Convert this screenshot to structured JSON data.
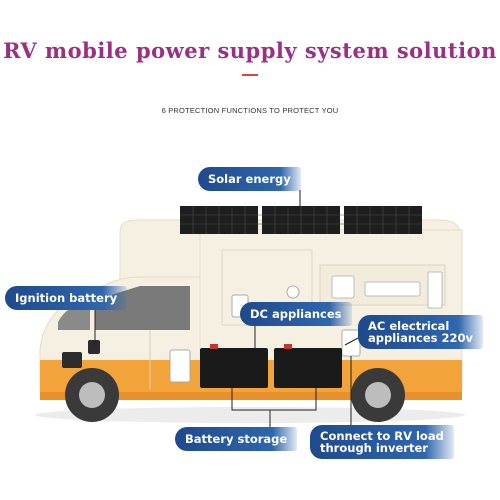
{
  "header": {
    "title": "RV mobile power supply system solution",
    "subtitle": "6 PROTECTION FUNCTIONS TO PROTECT YOU"
  },
  "labels": {
    "solar": "Solar energy",
    "ignition": "Ignition battery",
    "dc": "DC appliances",
    "ac_line1": "AC electrical",
    "ac_line2": "appliances 220v",
    "storage": "Battery storage",
    "inverter_line1": "Connect to RV load",
    "inverter_line2": "through inverter"
  },
  "colors": {
    "title": "#9b2f86",
    "label_bg": "#1f4a8c",
    "rv_body": "#f7f1e4",
    "rv_stripe": "#f2a33a"
  }
}
